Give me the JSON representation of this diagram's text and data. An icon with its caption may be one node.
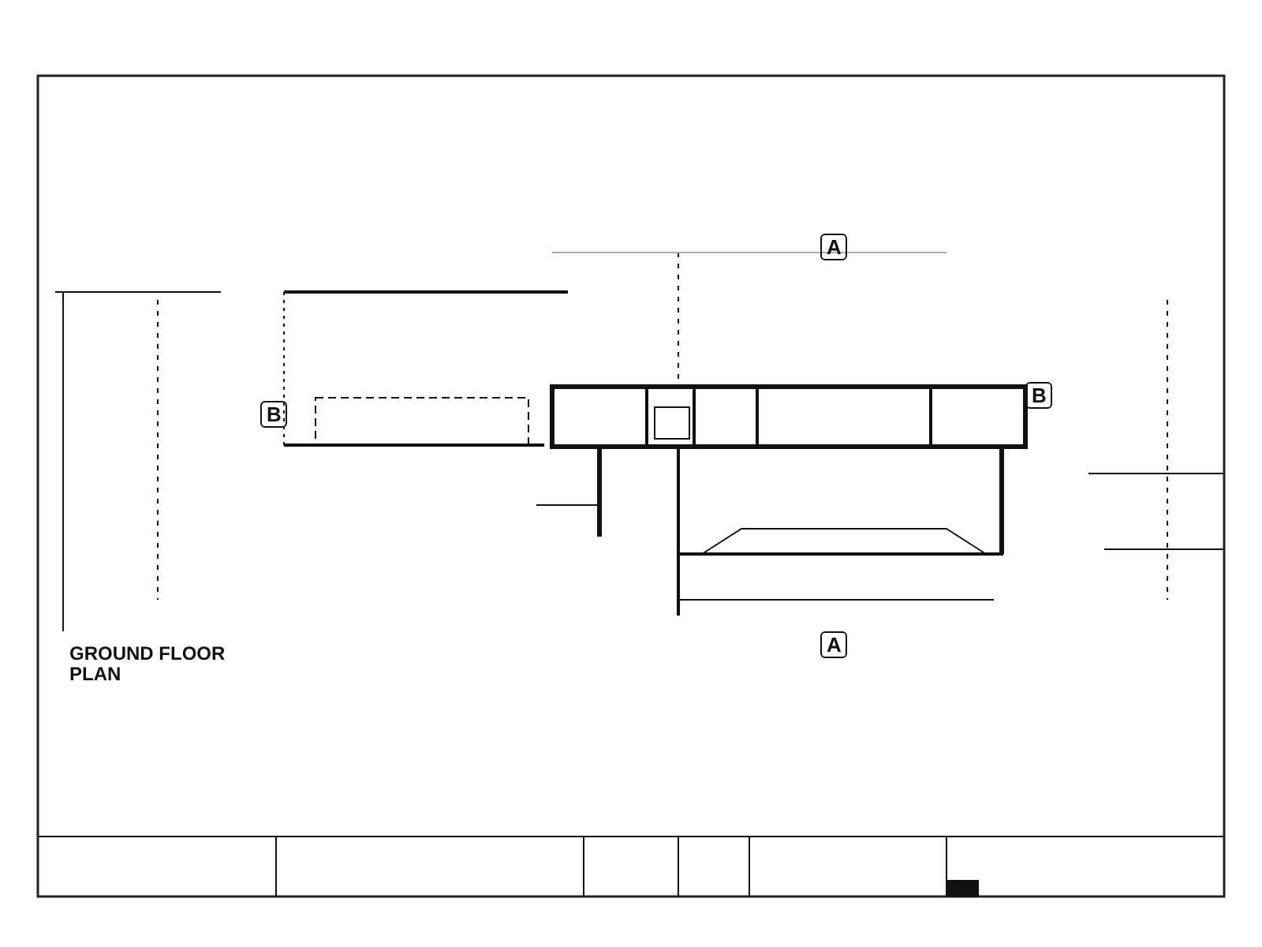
{
  "diagram": {
    "title": "GROUND FLOOR PLAN",
    "labels": [
      "A",
      "B",
      "B",
      "A"
    ]
  }
}
